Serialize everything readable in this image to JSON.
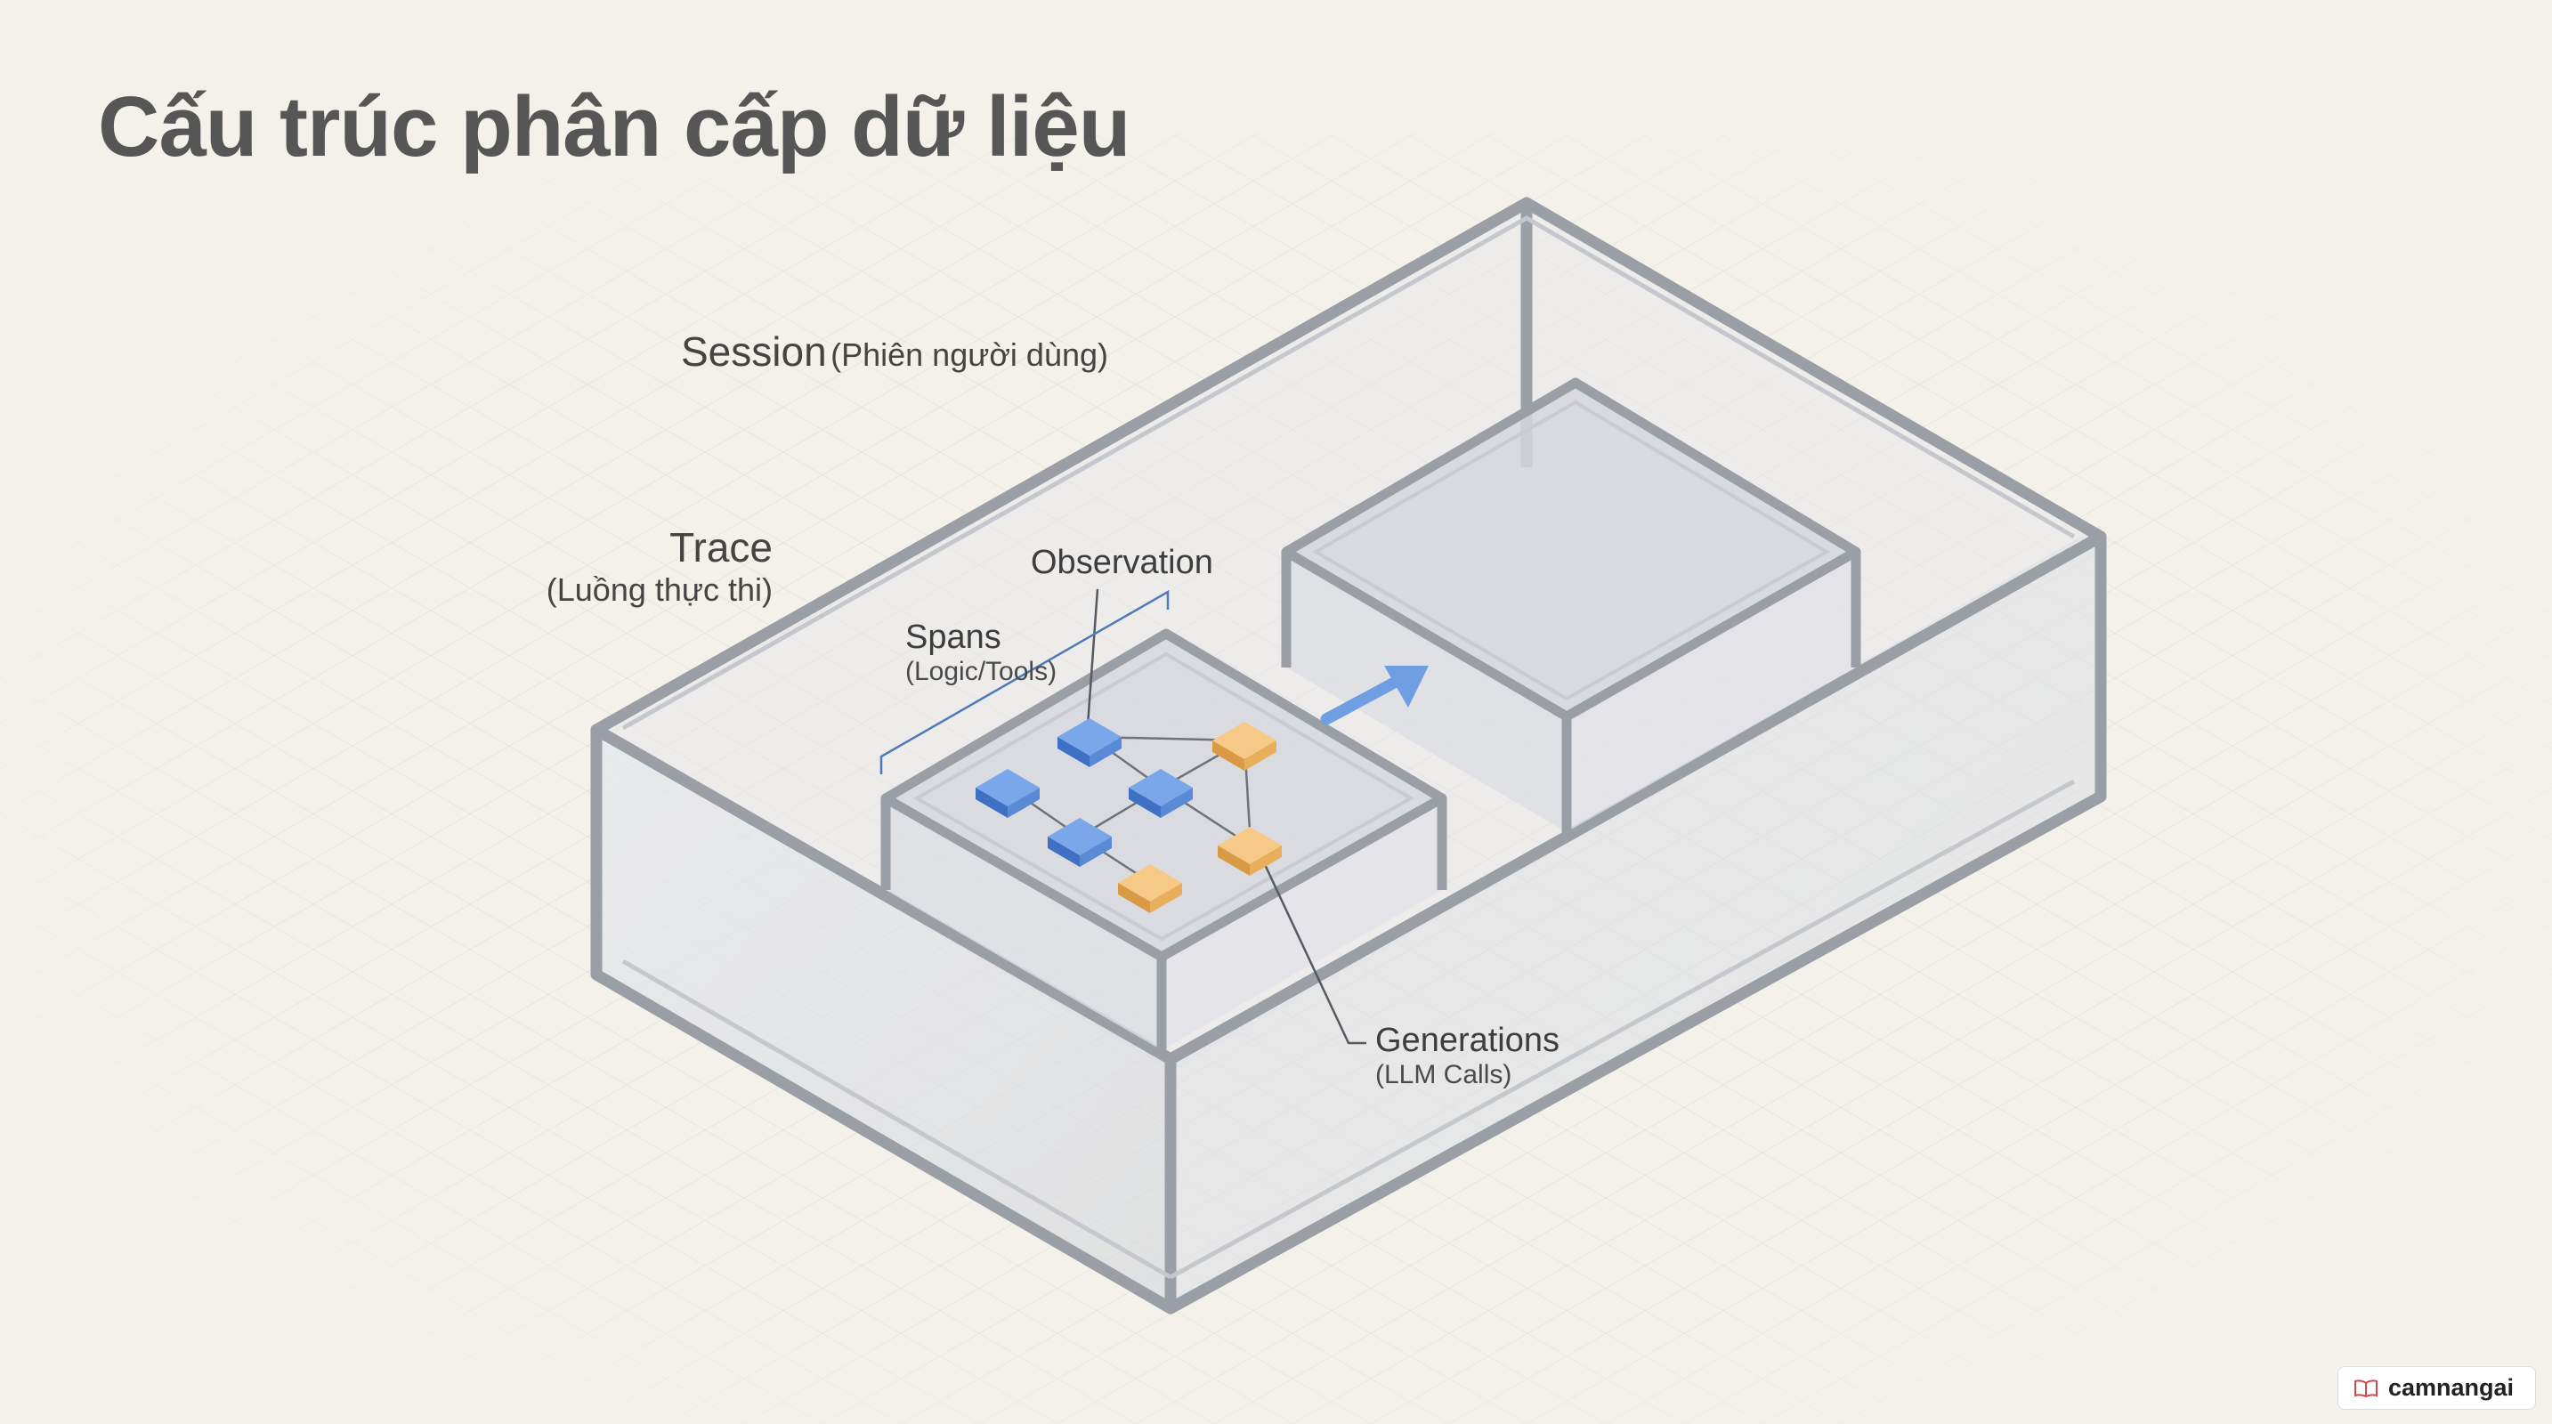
{
  "title": "Cấu trúc phân cấp dữ liệu",
  "labels": {
    "session": {
      "main": "Session",
      "sub": "(Phiên người dùng)"
    },
    "trace": {
      "main": "Trace",
      "sub": "(Luồng thực thi)"
    },
    "observation": "Observation",
    "spans": {
      "main": "Spans",
      "sub": "(Logic/Tools)"
    },
    "generations": {
      "main": "Generations",
      "sub": "(LLM Calls)"
    }
  },
  "colors": {
    "span_node": "#5b8fdd",
    "generation_node": "#f0b865",
    "arrow": "#6f9fe2",
    "frame": "#9a9ea5",
    "background": "#f4f1ea"
  },
  "watermark": {
    "icon": "book-icon",
    "text": "camnangai"
  }
}
